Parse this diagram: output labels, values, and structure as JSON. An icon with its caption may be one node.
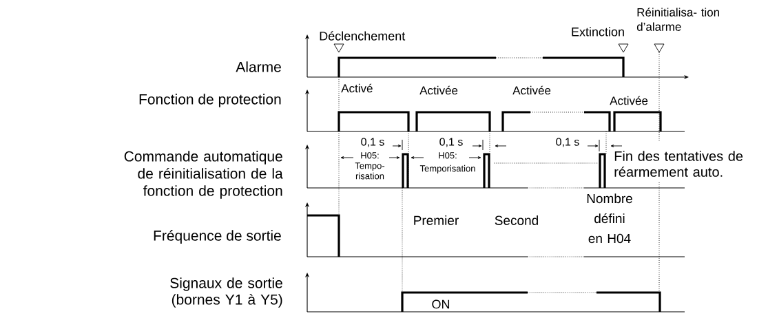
{
  "diagram": {
    "labels": [
      "Déclenchement",
      "Extinction",
      "Réinitialisa- tion d’alarme",
      "Alarme",
      "Activé",
      "Activée",
      "Activée",
      "Fonction de protection",
      "Activée",
      "0,1 s",
      "0,1 s",
      "0,1 s",
      "H05: Tempo- risation",
      "H05: Temporisation",
      "Commande automatique de réinitialisation de la fonction de protection",
      "Fin des tentatives de réarmement auto.",
      "Nombre défini en H04",
      "Premier",
      "Second",
      "Fréquence de sortie",
      "Signaux de sortie (bornes Y1 à Y5)",
      "ON"
    ]
  }
}
